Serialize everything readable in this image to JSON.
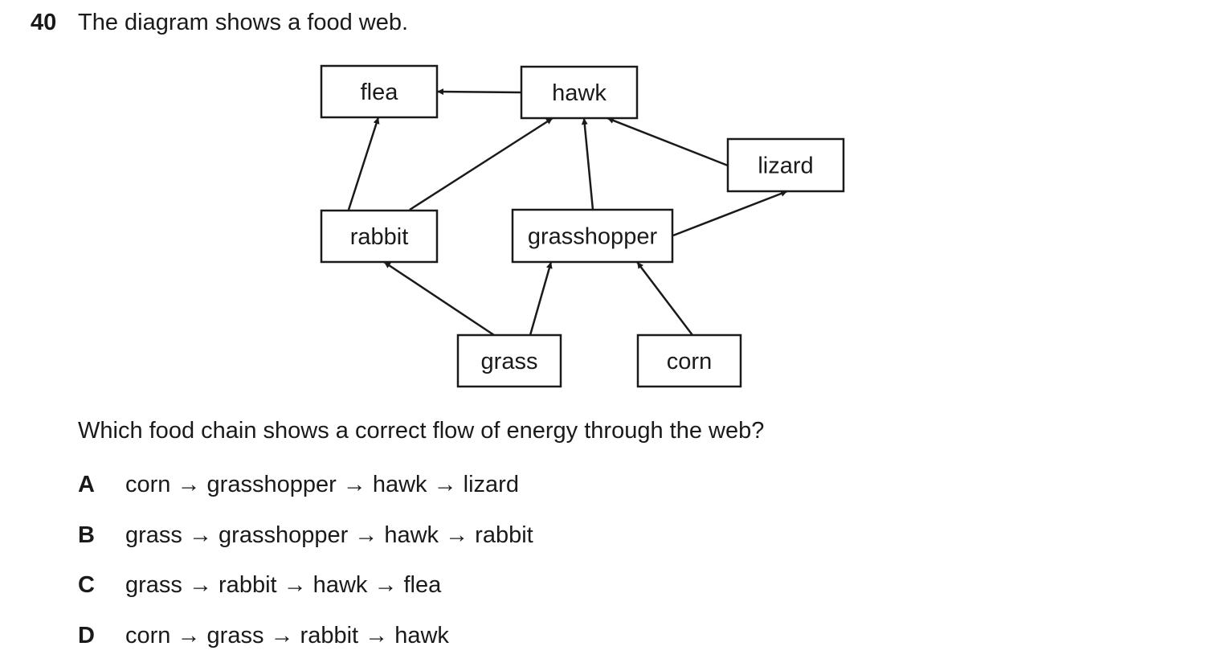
{
  "question": {
    "number": "40",
    "stem": "The diagram shows a food web.",
    "prompt": "Which food chain shows a correct flow of energy through the web?"
  },
  "diagram": {
    "nodes": [
      {
        "id": "flea",
        "label": "flea"
      },
      {
        "id": "hawk",
        "label": "hawk"
      },
      {
        "id": "lizard",
        "label": "lizard"
      },
      {
        "id": "rabbit",
        "label": "rabbit"
      },
      {
        "id": "grasshopper",
        "label": "grasshopper"
      },
      {
        "id": "grass",
        "label": "grass"
      },
      {
        "id": "corn",
        "label": "corn"
      }
    ],
    "edges": [
      {
        "from": "hawk",
        "to": "flea"
      },
      {
        "from": "rabbit",
        "to": "flea"
      },
      {
        "from": "rabbit",
        "to": "hawk"
      },
      {
        "from": "grasshopper",
        "to": "hawk"
      },
      {
        "from": "lizard",
        "to": "hawk"
      },
      {
        "from": "grasshopper",
        "to": "lizard"
      },
      {
        "from": "grass",
        "to": "rabbit"
      },
      {
        "from": "grass",
        "to": "grasshopper"
      },
      {
        "from": "corn",
        "to": "grasshopper"
      }
    ]
  },
  "options": [
    {
      "letter": "A",
      "text": "corn → grasshopper → hawk → lizard"
    },
    {
      "letter": "B",
      "text": "grass → grasshopper → hawk → rabbit"
    },
    {
      "letter": "C",
      "text": "grass → rabbit → hawk → flea"
    },
    {
      "letter": "D",
      "text": "corn → grass → rabbit → hawk"
    }
  ]
}
